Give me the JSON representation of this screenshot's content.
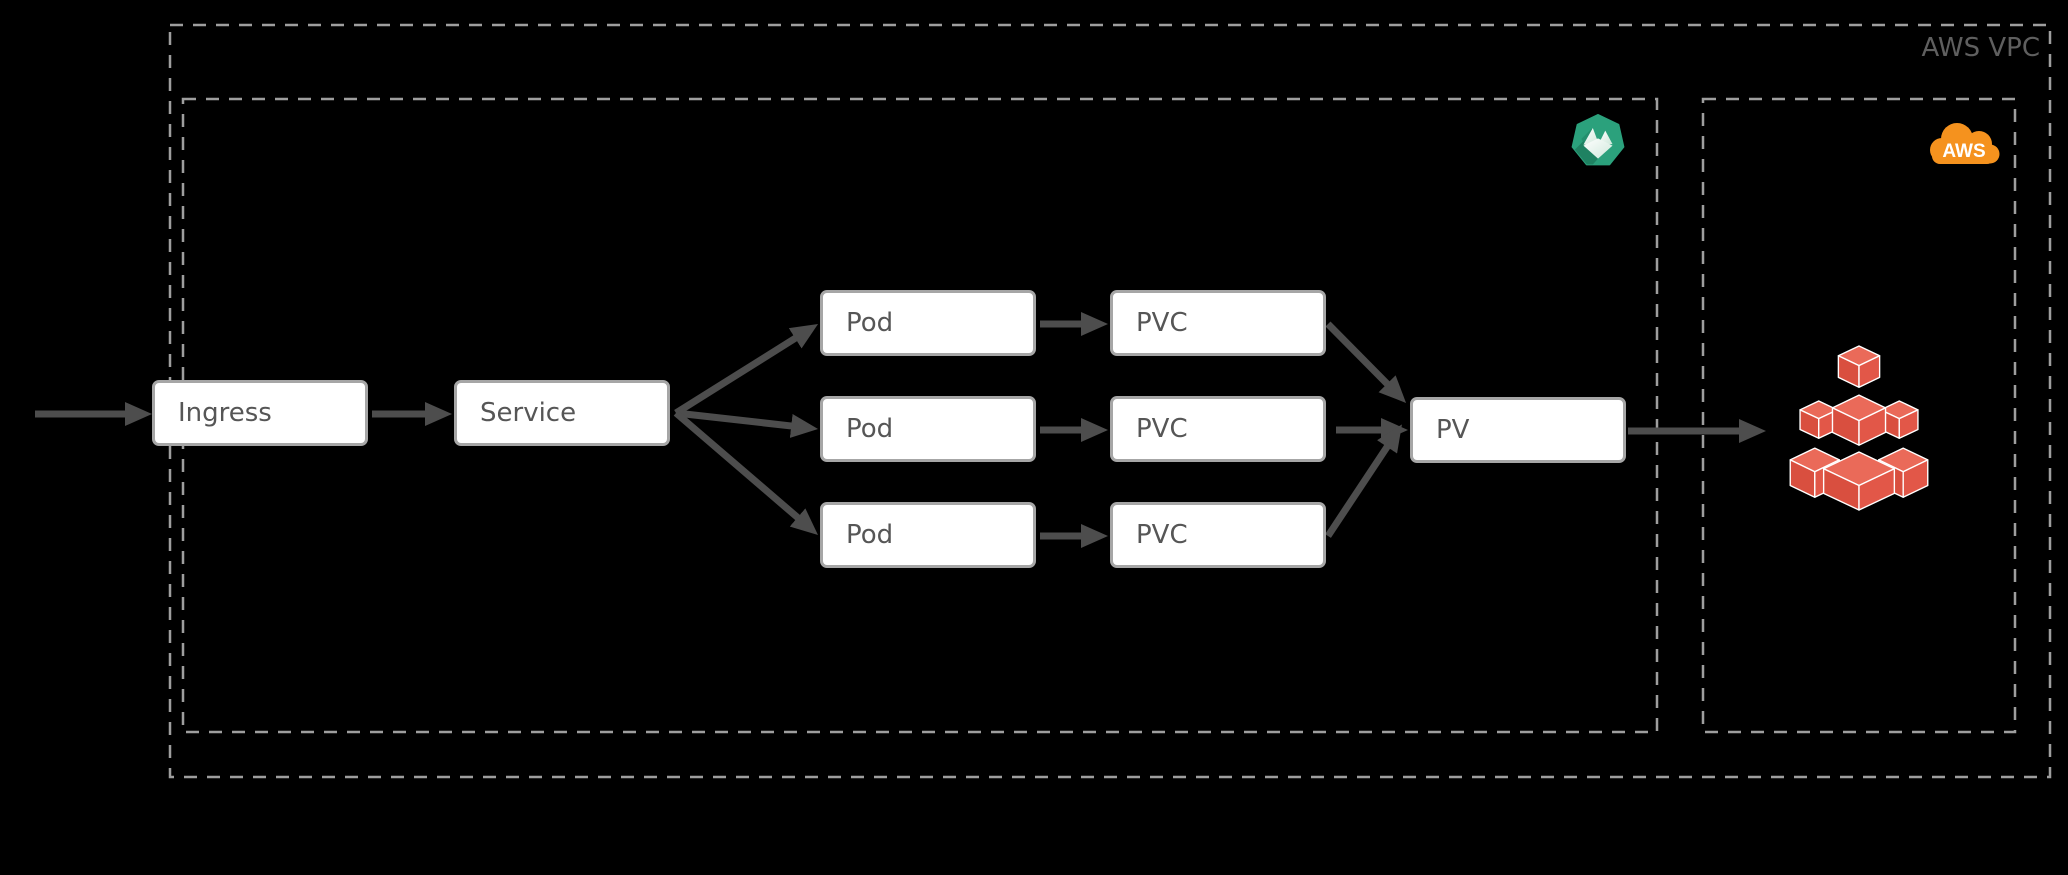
{
  "vpc": {
    "label": "AWS VPC"
  },
  "regions": {
    "kubernetes_cluster": {
      "icon": "kubernetes-icon"
    },
    "aws_services": {
      "icon": "aws-cloud-icon",
      "cloud_text": "AWS"
    }
  },
  "nodes": {
    "ingress": {
      "label": "Ingress"
    },
    "service": {
      "label": "Service"
    },
    "pods": [
      {
        "label": "Pod"
      },
      {
        "label": "Pod"
      },
      {
        "label": "Pod"
      }
    ],
    "pvcs": [
      {
        "label": "PVC"
      },
      {
        "label": "PVC"
      },
      {
        "label": "PVC"
      }
    ],
    "pv": {
      "label": "PV"
    },
    "storage": {
      "icon": "aws-storage-cubes-icon"
    }
  },
  "edges": [
    {
      "from": "external",
      "to": "ingress"
    },
    {
      "from": "ingress",
      "to": "service"
    },
    {
      "from": "service",
      "to": "pod-1"
    },
    {
      "from": "service",
      "to": "pod-2"
    },
    {
      "from": "service",
      "to": "pod-3"
    },
    {
      "from": "pod-1",
      "to": "pvc-1"
    },
    {
      "from": "pod-2",
      "to": "pvc-2"
    },
    {
      "from": "pod-3",
      "to": "pvc-3"
    },
    {
      "from": "pvc-1",
      "to": "pv"
    },
    {
      "from": "pvc-2",
      "to": "pv"
    },
    {
      "from": "pvc-3",
      "to": "pv"
    },
    {
      "from": "pv",
      "to": "storage"
    }
  ],
  "colors": {
    "background": "#000000",
    "boundary_dash": "#9e9e9e",
    "node_fill": "#ffffff",
    "node_border": "#a6a6a6",
    "node_text": "#565656",
    "arrow": "#4d4d4d",
    "vpc_label_text": "#5f5f5f",
    "kubernetes_green": "#2ba17c",
    "kubernetes_shadow_green": "#1f8262",
    "aws_cloud_orange": "#f5921e",
    "storage_red": "#e25748"
  }
}
